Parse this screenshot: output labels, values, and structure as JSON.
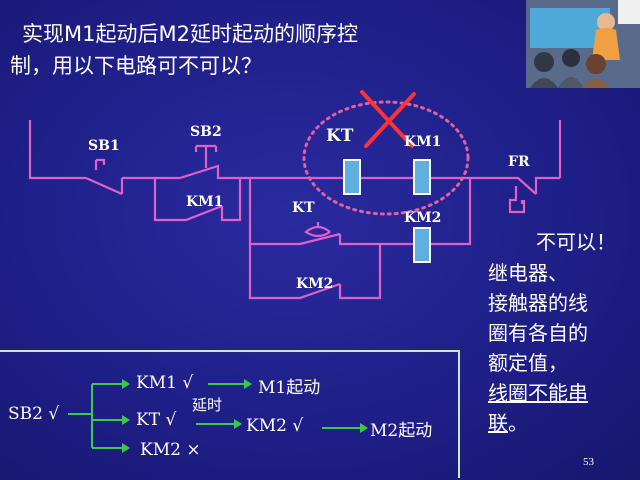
{
  "question": {
    "line1": "实现M1起动后M2延时起动的顺序控",
    "line2": "制，用以下电路可不可以？"
  },
  "circuit": {
    "sb1": "SB1",
    "sb2": "SB2",
    "km1_contact": "KM1",
    "kt_coil": "KT",
    "km1_coil": "KM1",
    "kt_contact": "KT",
    "km2_coil": "KM2",
    "km2_contact": "KM2",
    "fr": "FR"
  },
  "answer": {
    "verdict": "不可以！",
    "line1": "继电器、",
    "line2": "接触器的线",
    "line3": "圈有各自的",
    "line4": "额定值，",
    "line5_underlined": "线圈不能串",
    "line6_underlined": "联",
    "line6_tail": "。"
  },
  "sequence": {
    "start": "SB2 √",
    "km1": "KM1 √",
    "m1": "M1起动",
    "kt": "KT √",
    "delay": "延时",
    "km2_ok": "KM2 √",
    "m2": "M2起动",
    "km2_x": "KM2 ×"
  },
  "page_number": "53",
  "colors": {
    "background": "#1e1e86",
    "wire": "#e060c8",
    "coil": "#5fb0e0",
    "cross": "#ff3333",
    "arrow": "#3cc84a",
    "dotted_ellipse": "#e060a0"
  }
}
